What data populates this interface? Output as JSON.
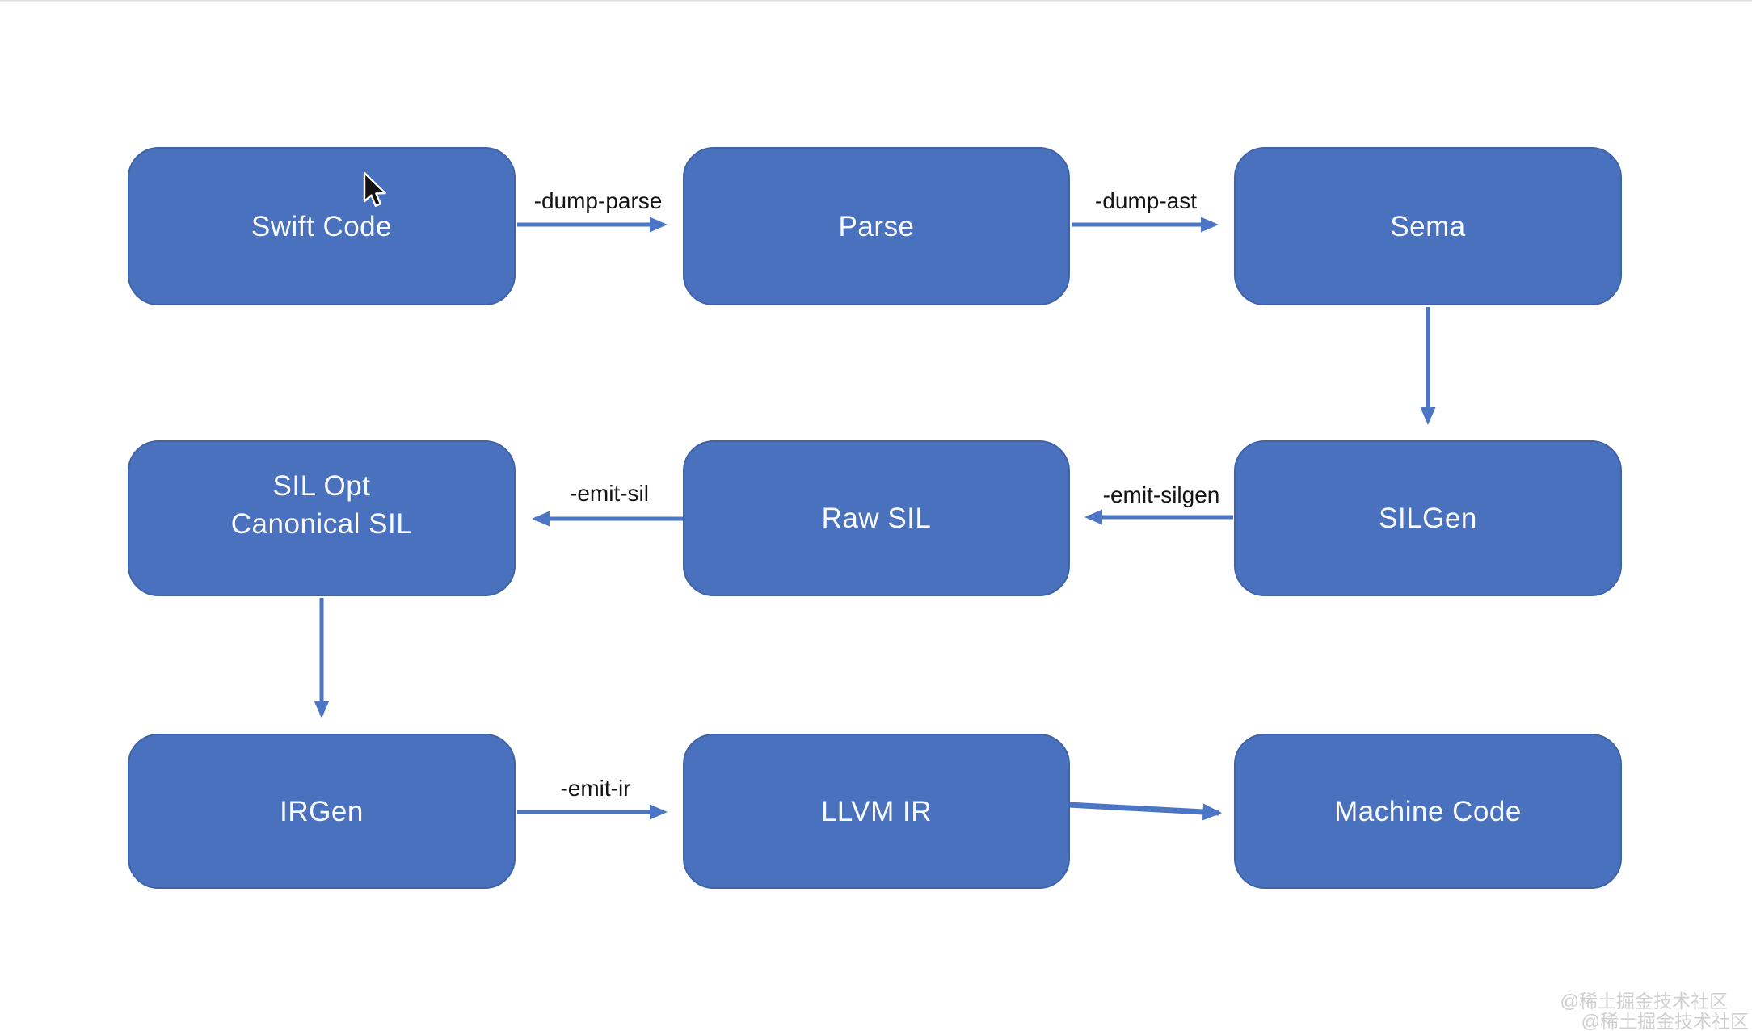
{
  "diagram": {
    "nodes": [
      {
        "id": "swift-code",
        "label": "Swift Code"
      },
      {
        "id": "parse",
        "label": "Parse"
      },
      {
        "id": "sema",
        "label": "Sema"
      },
      {
        "id": "sil-opt",
        "label": "SIL Opt",
        "label2": "Canonical SIL"
      },
      {
        "id": "raw-sil",
        "label": "Raw SIL"
      },
      {
        "id": "silgen",
        "label": "SILGen"
      },
      {
        "id": "irgen",
        "label": "IRGen"
      },
      {
        "id": "llvm-ir",
        "label": "LLVM IR"
      },
      {
        "id": "machine-code",
        "label": "Machine Code"
      }
    ],
    "edges": [
      {
        "from": "swift-code",
        "to": "parse",
        "label": "-dump-parse",
        "direction": "right"
      },
      {
        "from": "parse",
        "to": "sema",
        "label": "-dump-ast",
        "direction": "right"
      },
      {
        "from": "sema",
        "to": "silgen",
        "label": "",
        "direction": "down"
      },
      {
        "from": "silgen",
        "to": "raw-sil",
        "label": "-emit-silgen",
        "direction": "left"
      },
      {
        "from": "raw-sil",
        "to": "sil-opt",
        "label": "-emit-sil",
        "direction": "left"
      },
      {
        "from": "sil-opt",
        "to": "irgen",
        "label": "",
        "direction": "down"
      },
      {
        "from": "irgen",
        "to": "llvm-ir",
        "label": "-emit-ir",
        "direction": "right"
      },
      {
        "from": "llvm-ir",
        "to": "machine-code",
        "label": "",
        "direction": "right"
      }
    ],
    "colors": {
      "node_fill": "#4a71bd",
      "node_border": "#3e63a6",
      "arrow": "#4b76c6",
      "node_text": "#ffffff",
      "edge_label_text": "#141414",
      "watermark_text": "#cfcfcf",
      "top_strip": "#e4e4e4"
    }
  },
  "watermark": {
    "line1": "@稀土掘金技术社区",
    "line2": "@稀土掘金技术社区"
  }
}
